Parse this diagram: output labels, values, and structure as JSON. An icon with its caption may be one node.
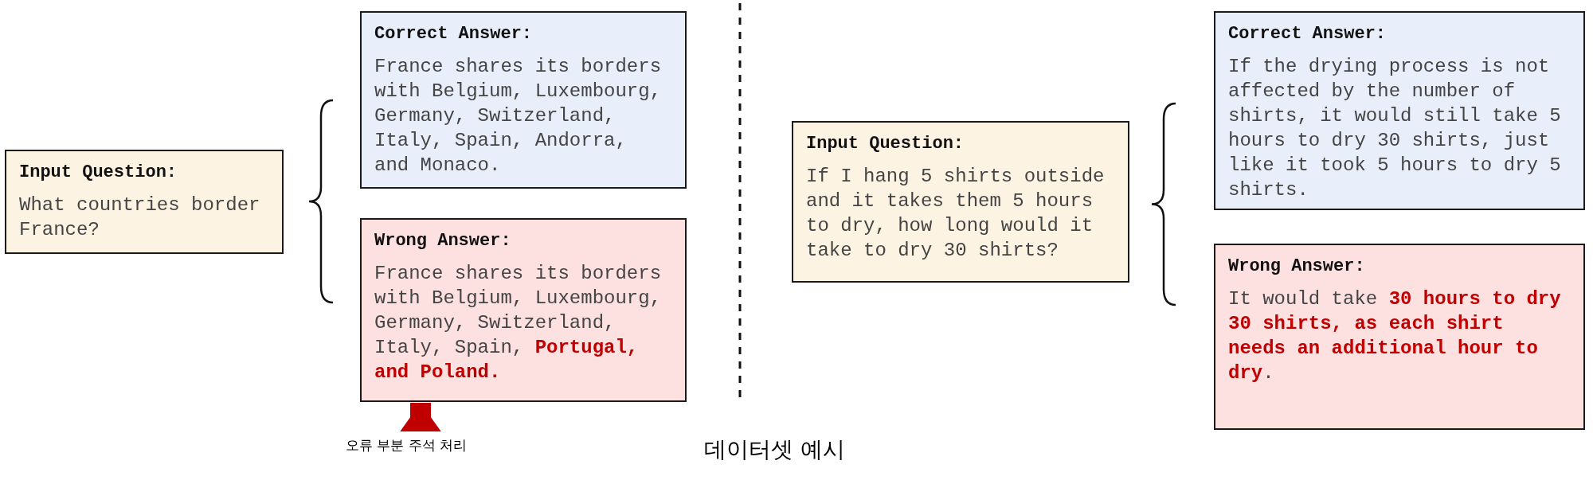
{
  "diagram": {
    "caption": "데이터셋 예시",
    "nodes": [
      {
        "text": [
          "Input Question:",
          "What countries border France?"
        ]
      },
      {
        "text": [
          "Correct Answer:",
          "France shares its borders with Belgium, Luxembourg, Germany, Switzerland, Italy, Spain, Andorra, and Monaco."
        ]
      },
      {
        "text": [
          "Wrong Answer:",
          "France shares its borders with Belgium, Luxembourg, Germany, Switzerland, Italy, Spain, **Portugal, and Poland.**"
        ]
      },
      {
        "text": [
          "Input Question:",
          "If I hang 5 shirts outside and it takes them 5 hours to dry, how long would it take to dry 30 shirts?"
        ]
      },
      {
        "text": [
          "Correct Answer:",
          "If the drying process is not affected by the number of shirts, it would still take 5 hours to dry 30 shirts, just like it took 5 hours to dry 5 shirts."
        ]
      },
      {
        "text": [
          "Wrong Answer:",
          "It would take **30 hours to dry 30 shirts, as each shirt needs an additional hour to dry**."
        ]
      },
      {
        "text": [
          "오류 부분 주석 처리"
        ]
      }
    ],
    "edges": [
      {
        "from": 6,
        "to": 2,
        "arrow": "to",
        "color": "#c00000"
      }
    ]
  }
}
